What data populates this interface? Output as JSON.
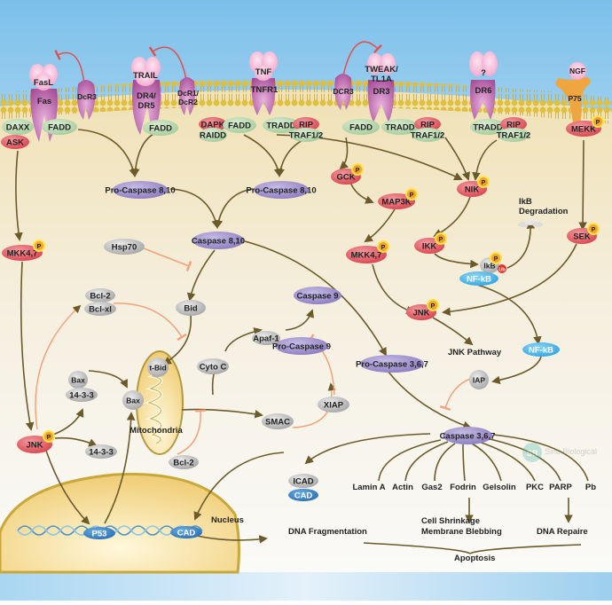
{
  "title": "Apoptosis Signaling Pathway",
  "watermark": "Sino Biological",
  "colors": {
    "sky": "#8fc8ec",
    "cytoplasm": "#f3ead0",
    "receptor": "#b45aa8",
    "ligand": "#f6b8d6",
    "adaptor_green": "#b9d8b0",
    "kinase_red": "#e0575f",
    "caspase_purple": "#9b8cc8",
    "gray_protein": "#b8b8b8",
    "blue_protein": "#3b86c6",
    "nfkb_blue": "#4fb6e8",
    "arrow": "#6b5a2a",
    "inhibit": "#f4a27a",
    "decoy_inhibit": "#e05050",
    "p75": "#f0a640",
    "nucleus": "#f3d68a",
    "mito": "#e7d38f"
  },
  "receptors": [
    {
      "ligand": "FasL",
      "receptor": "Fas"
    },
    {
      "receptor": "DcR3"
    },
    {
      "ligand": "TRAIL",
      "receptor": "DR4/ DR5"
    },
    {
      "receptor": "DcR1/ DcR2"
    },
    {
      "ligand": "TNF",
      "receptor": "TNFR1"
    },
    {
      "receptor": "DCR3"
    },
    {
      "ligand": "TWEAK/ TL1A",
      "receptor": "DR3"
    },
    {
      "ligand": "?",
      "receptor": "DR6"
    },
    {
      "ligand": "NGF",
      "receptor": "P75"
    }
  ],
  "adaptors": {
    "daxx": "DAXX",
    "fadd1": "FADD",
    "ask": "ASK",
    "fadd2": "FADD",
    "dapk": "DAPK",
    "raidd": "RAIDD",
    "fadd3": "FADD",
    "tradd1": "TRADD",
    "rip1": "RIP",
    "traf1": "TRAF1/2",
    "fadd4": "FADD",
    "tradd2": "TRADD",
    "rip2": "RIP",
    "traf2": "TRAF1/2",
    "tradd3": "TRADD",
    "rip3": "RIP",
    "traf3": "TRAF1/2",
    "mekk": "MEKK"
  },
  "nodes": {
    "procasp810a": "Pro-Caspase 8,10",
    "procasp810b": "Pro-Caspase 8,10",
    "casp810": "Caspase 8,10",
    "hsp70": "Hsp70",
    "mkk47a": "MKK4,7",
    "bcl2a": "Bcl-2",
    "bclxl": "Bcl-xl",
    "bid": "Bid",
    "tbid": "t-Bid",
    "casp9": "Caspase 9",
    "apaf1": "Apaf-1",
    "procasp9": "Pro-Caspase 9",
    "cytoc": "Cyto C",
    "bax1": "Bax",
    "bax2": "Bax",
    "p1433a": "14-3-3",
    "p1433b": "14-3-3",
    "mito": "Mitochondria",
    "smac": "SMAC",
    "xiap": "XIAP",
    "bcl2b": "Bcl-2",
    "jnka": "JNK",
    "gck": "GCK",
    "map3k": "MAP3K",
    "mkk47b": "MKK4,7",
    "nik": "NIK",
    "ikk": "IKK",
    "ikb": "IkB",
    "ub": "Ub",
    "nfkb1": "NF-kB",
    "nfkb2": "NF-kB",
    "ikbdeg1": "IkB",
    "ikbdeg2": "Degradation",
    "sek": "SEK",
    "jnkb": "JNK",
    "jnkpath": "JNK Pathway",
    "procasp367": "Pro-Caspase 3,6,7",
    "iap": "IAP",
    "casp367": "Caspase 3,6,7",
    "icad": "ICAD",
    "cad1": "CAD",
    "cad2": "CAD",
    "p53": "P53",
    "nucleus": "Nucleus",
    "dnafrag": "DNA Fragmentation",
    "phospho": "P"
  },
  "substrates": [
    "Lamin A",
    "Actin",
    "Gas2",
    "Fodrin",
    "Gelsolin",
    "PKC",
    "PARP",
    "Pb"
  ],
  "outcomes": {
    "shrink1": "Cell Shrinkage",
    "shrink2": "Membrane Blebbing",
    "repair": "DNA Repaire",
    "apoptosis": "Apoptosis"
  }
}
